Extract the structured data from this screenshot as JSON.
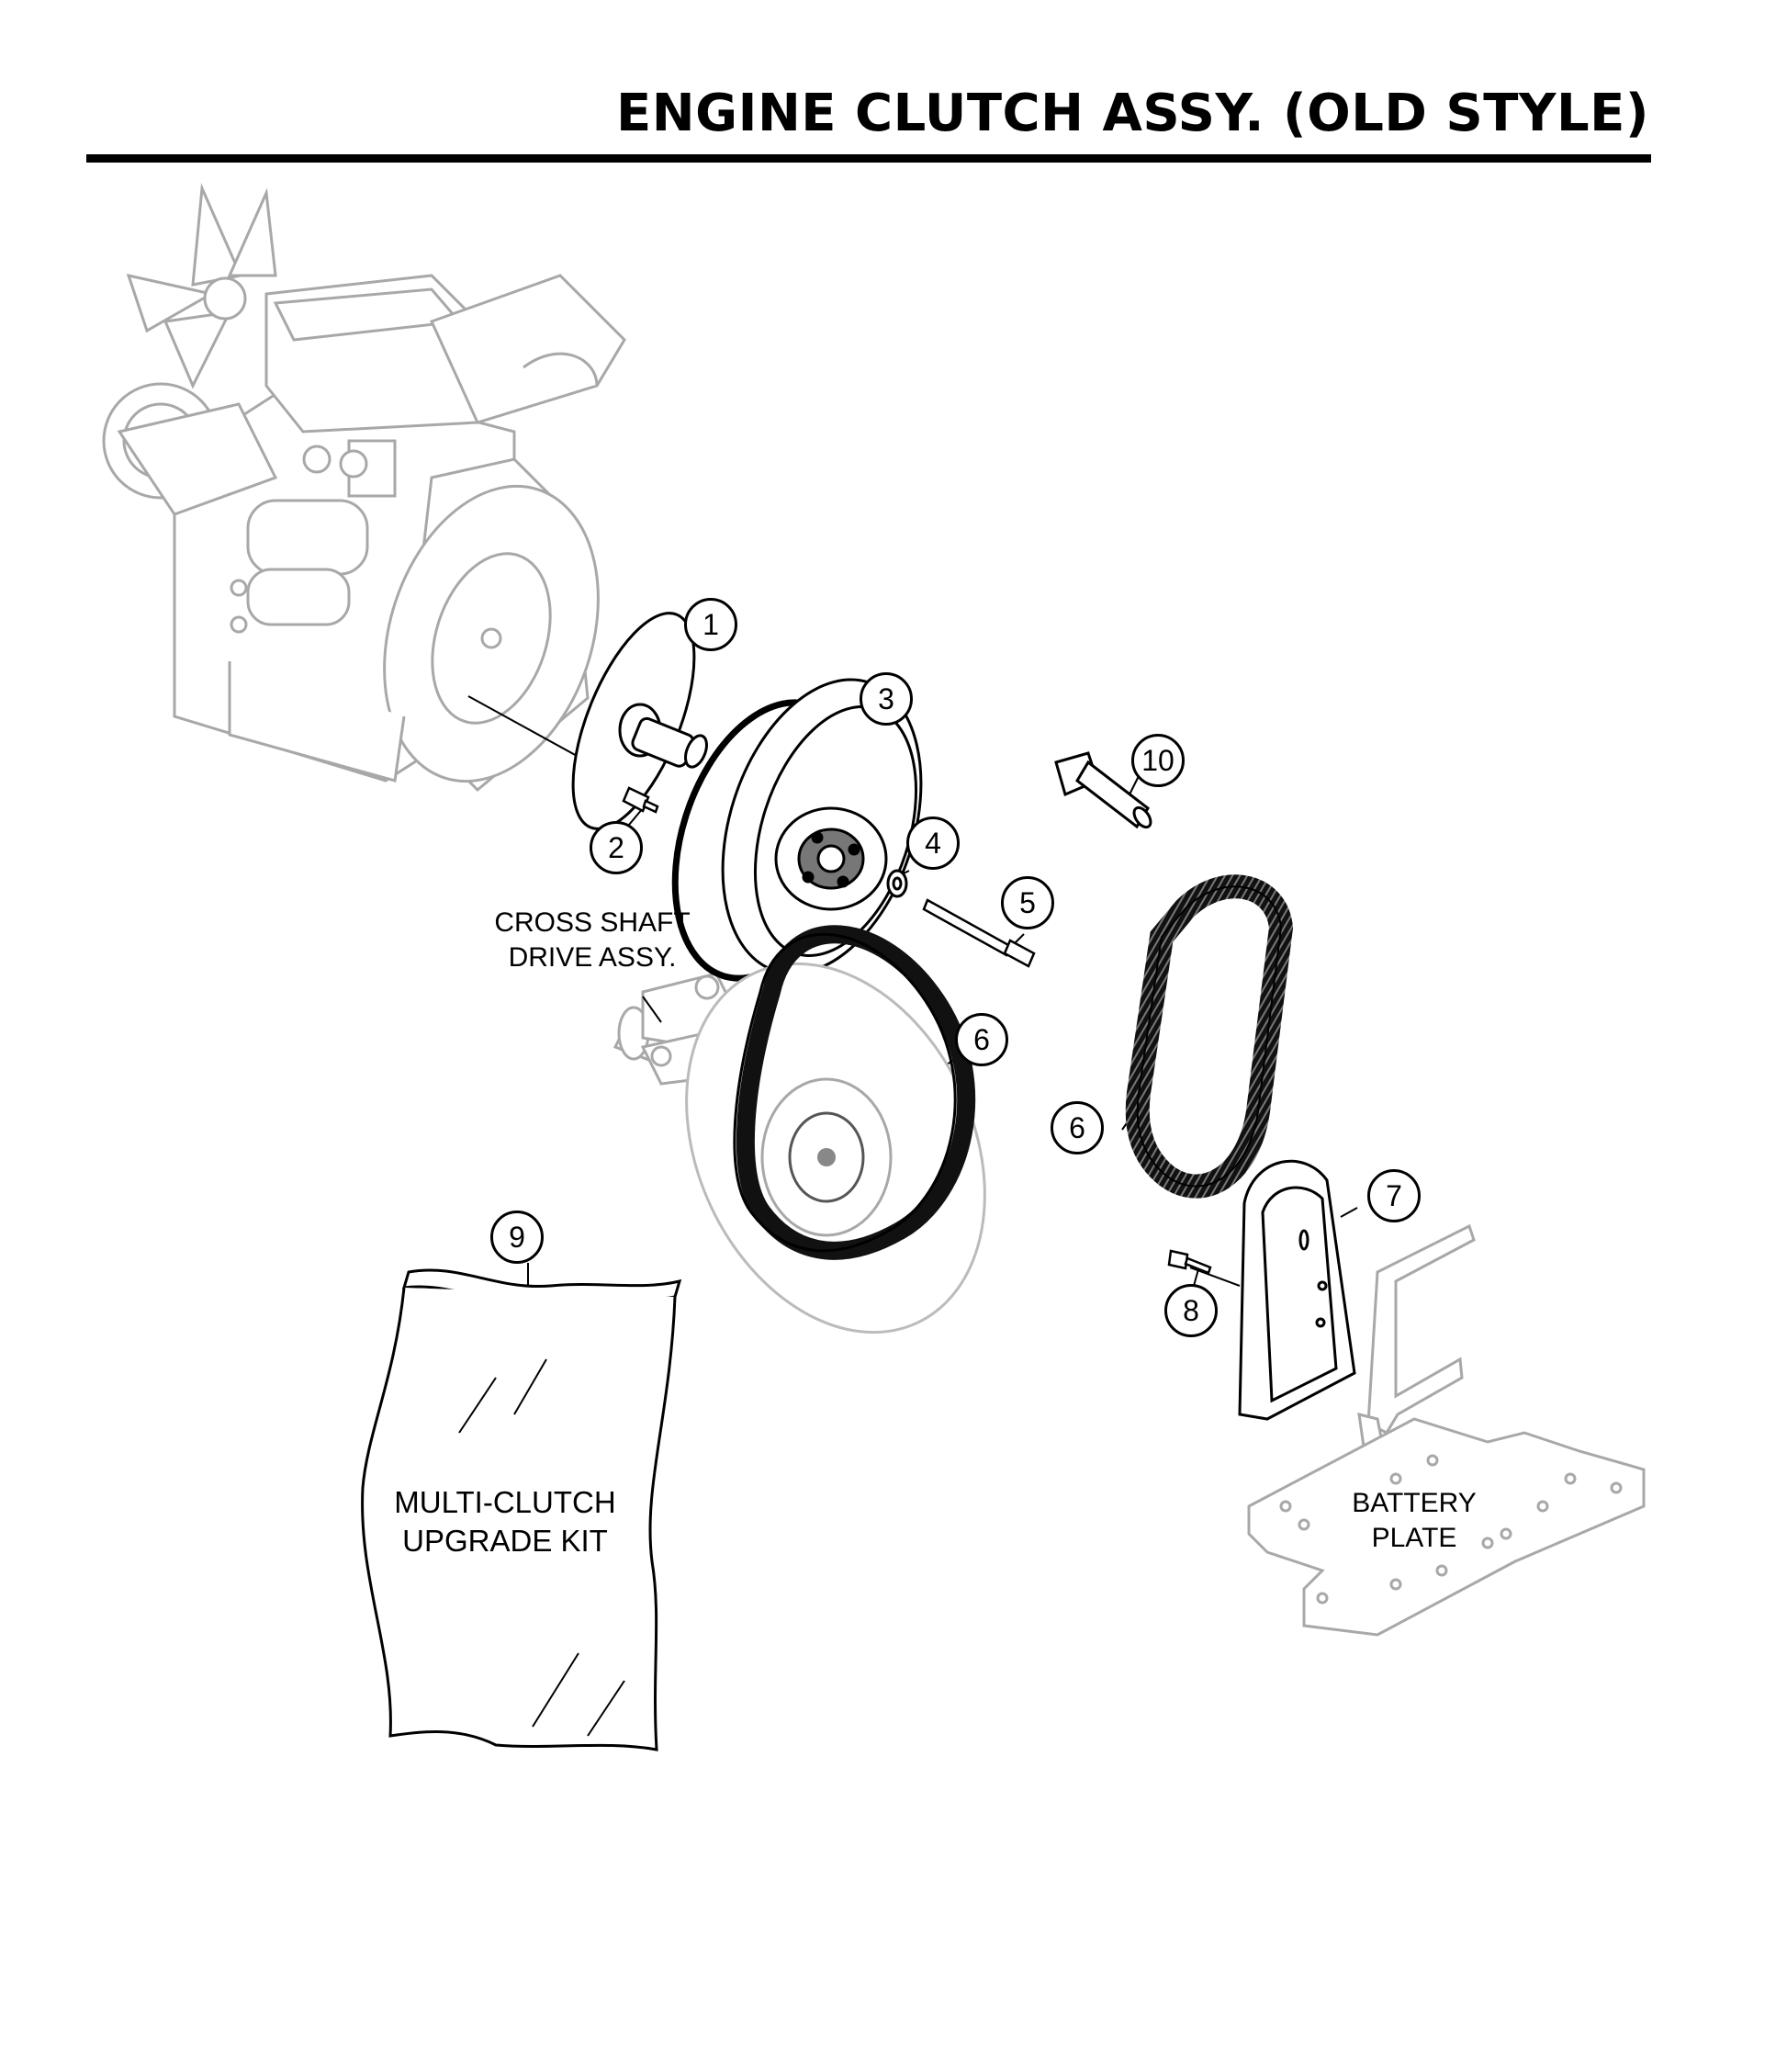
{
  "title": "ENGINE CLUTCH ASSY. (OLD STYLE)",
  "callouts": [
    "1",
    "2",
    "3",
    "4",
    "5",
    "6",
    "6",
    "7",
    "8",
    "9",
    "10"
  ],
  "labels": {
    "cross_shaft": [
      "CROSS SHAFT",
      "DRIVE ASSY."
    ],
    "kit": [
      "MULTI-CLUTCH",
      "UPGRADE KIT"
    ],
    "battery_plate": [
      "BATTERY",
      "PLATE"
    ]
  },
  "colors": {
    "line": "#000000",
    "ghost": "#a8a8a8"
  }
}
